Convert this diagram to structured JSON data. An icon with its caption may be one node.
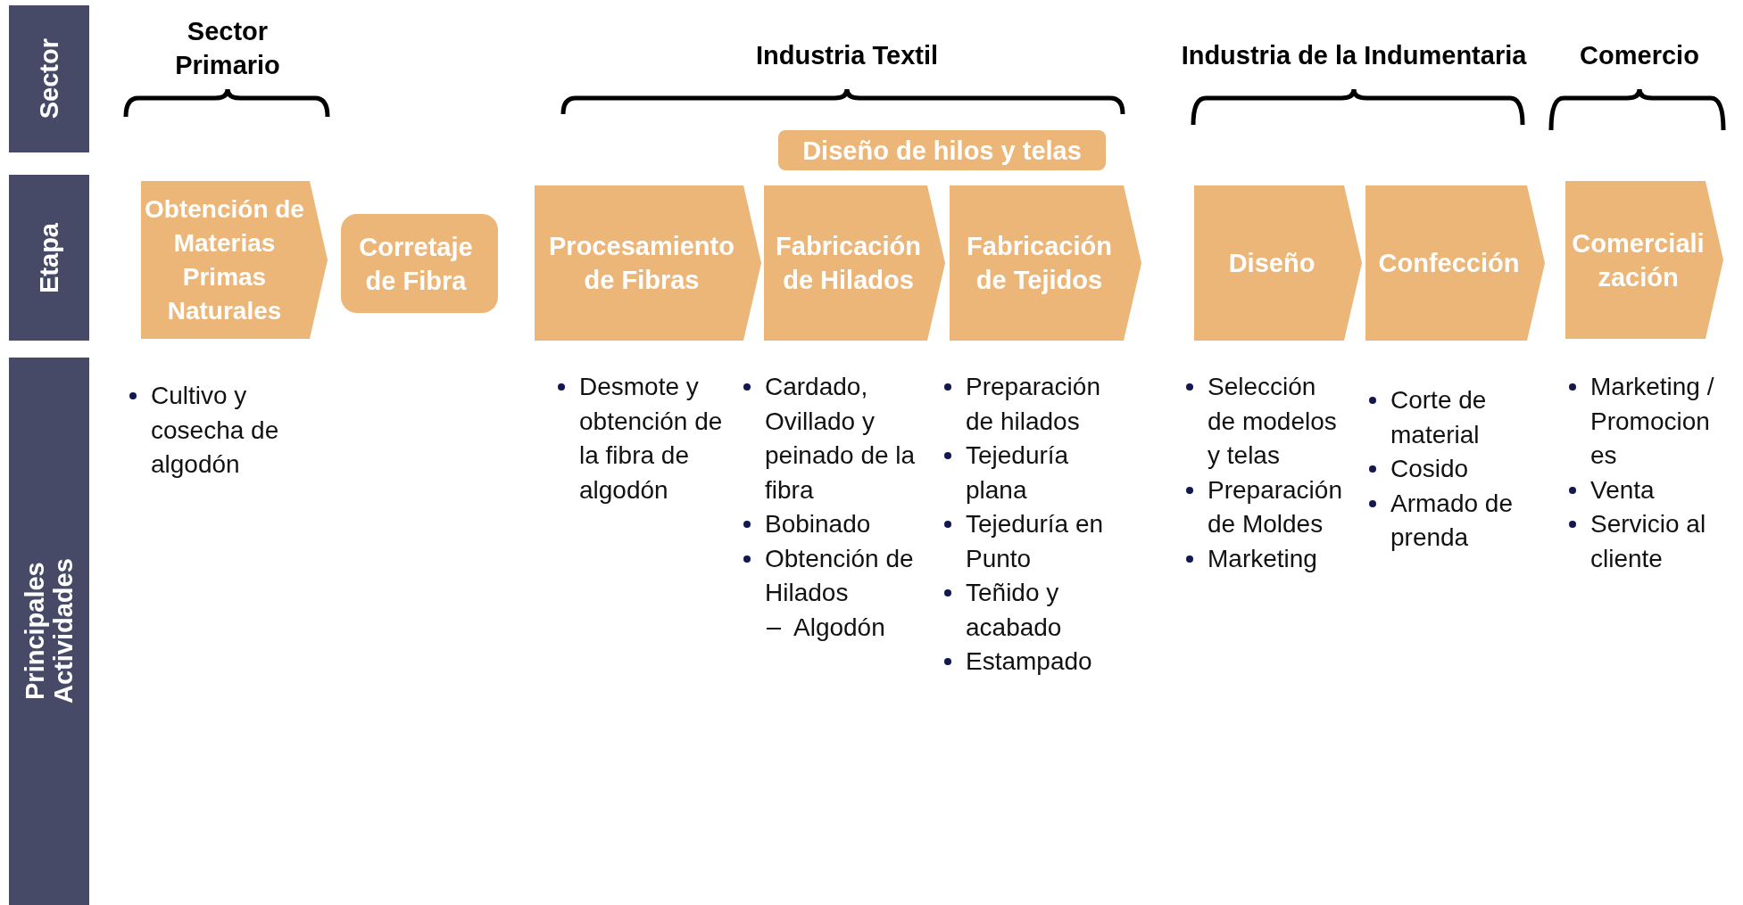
{
  "diagram": {
    "nodes": [
      {
        "text": [
          "Sector"
        ]
      },
      {
        "text": [
          "Etapa"
        ]
      },
      {
        "text": [
          "Principales Actividades"
        ]
      },
      {
        "text": [
          "Diseño de hilos y telas"
        ]
      },
      {
        "text": [
          "Obtención de Materias Primas Naturales"
        ],
        "beside": [
          "Cultivo y cosecha de algodón"
        ]
      },
      {
        "text": [
          "Corretaje de Fibra"
        ]
      },
      {
        "text": [
          "Procesamiento de Fibras"
        ],
        "beside": [
          "Desmote y obtención de la fibra de algodón"
        ]
      },
      {
        "text": [
          "Fabricación de Hilados"
        ],
        "beside": [
          "Cardado, Ovillado y peinado de la fibra",
          "Bobinado",
          "Obtención de Hilados",
          "Algodón"
        ]
      },
      {
        "text": [
          "Fabricación de Tejidos"
        ],
        "beside": [
          "Preparación de hilados",
          "Tejeduría plana",
          "Tejeduría en Punto",
          "Teñido y acabado",
          "Estampado"
        ]
      },
      {
        "text": [
          "Diseño"
        ],
        "beside": [
          "Selección de modelos y telas",
          "Preparación de Moldes",
          "Marketing"
        ]
      },
      {
        "text": [
          "Confección"
        ],
        "beside": [
          "Corte de material",
          "Cosido",
          "Armado de prenda"
        ]
      },
      {
        "text": [
          "Comerciali zación"
        ],
        "beside": [
          "Marketing / Promocion es",
          "Venta",
          "Servicio al cliente"
        ]
      }
    ],
    "edges": [],
    "labels": [
      "Sector Primario",
      "Industria Textil",
      "Industria de la Indumentaria",
      "Comercio"
    ]
  }
}
